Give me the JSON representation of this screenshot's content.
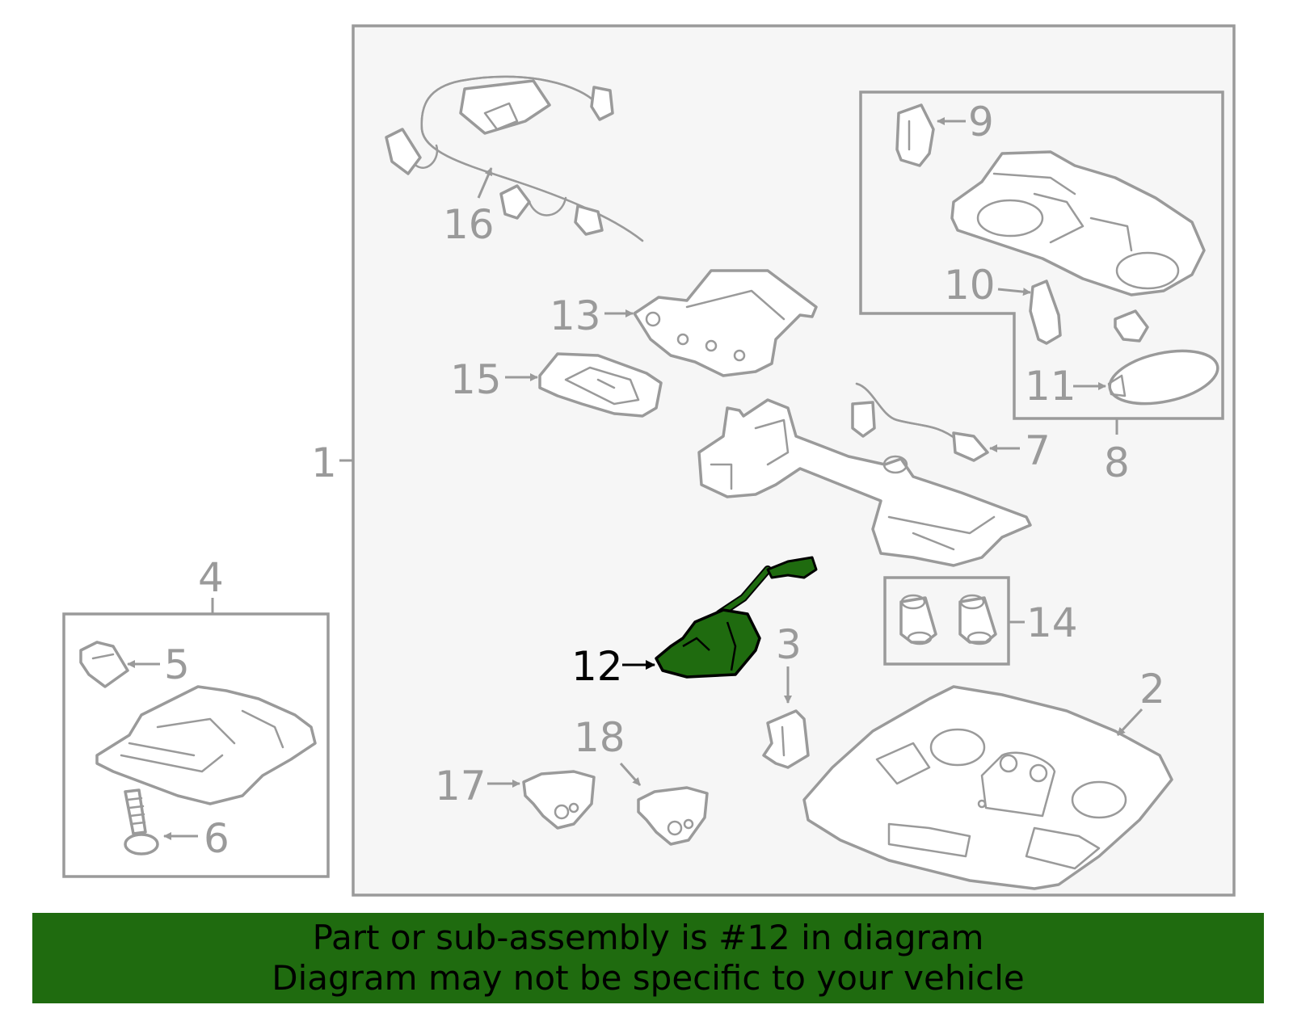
{
  "diagram": {
    "callouts": {
      "c1": "1",
      "c2": "2",
      "c3": "3",
      "c4": "4",
      "c5": "5",
      "c6": "6",
      "c7": "7",
      "c8": "8",
      "c9": "9",
      "c10": "10",
      "c11": "11",
      "c12": "12",
      "c13": "13",
      "c14": "14",
      "c15": "15",
      "c16": "16",
      "c17": "17",
      "c18": "18"
    },
    "highlighted_callout": "12",
    "colors": {
      "highlight_fill": "#1f6b0f",
      "banner_background": "#1f6b0f",
      "line_art": "#9a9a9a",
      "panel_background": "#f6f6f6"
    }
  },
  "banner": {
    "line1": "Part or sub-assembly is #12 in diagram",
    "line2": "Diagram may not be specific to your vehicle"
  }
}
